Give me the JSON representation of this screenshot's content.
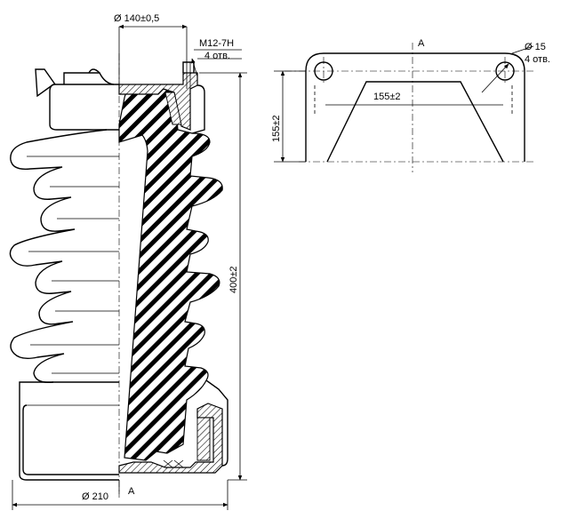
{
  "labels": {
    "flange_diameter": "Ø 140±0,5",
    "thread": "M12-7H",
    "thread_count": "4 отв.",
    "height": "400±2",
    "base_diameter": "Ø 210",
    "section_mark_bottom": "A",
    "view_mark": "A",
    "hole_diameter": "Ø 15",
    "hole_count": "4 отв.",
    "hole_spacing": "155±2",
    "view_height": "155±2"
  }
}
